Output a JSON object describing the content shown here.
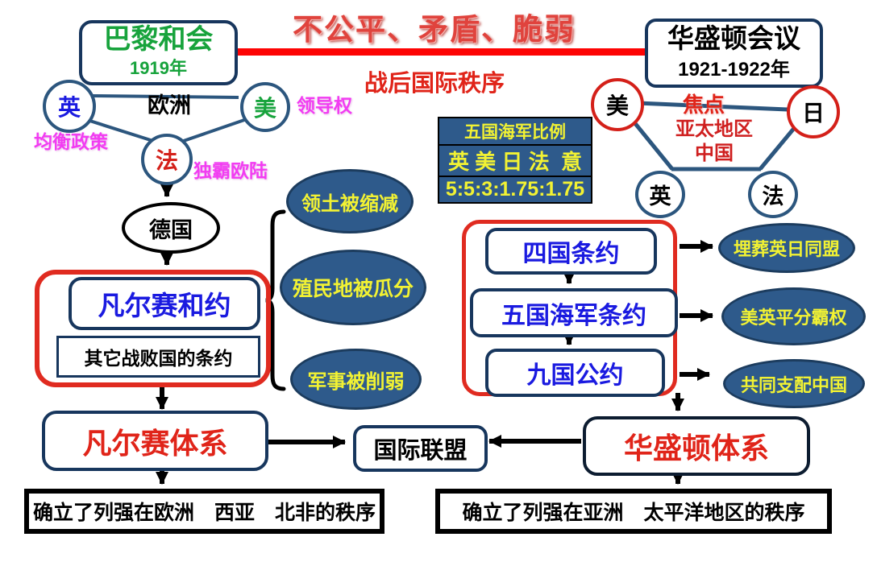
{
  "banner": {
    "slogan": "不公平、矛盾、脆弱",
    "subtitle": "战后国际秩序"
  },
  "paris_side": {
    "conference": "巴黎和会",
    "year": "1919年",
    "europe": "欧洲",
    "uk": "英",
    "us": "美",
    "fr": "法",
    "uk_note": "均衡政策",
    "us_note": "领导权",
    "fr_note": "独霸欧陆",
    "germany": "德国",
    "main_treaty": "凡尔赛和约",
    "other_treaty": "其它战败国的条约",
    "effects": [
      "领土被缩减",
      "殖民地被瓜分",
      "军事被削弱"
    ],
    "system": "凡尔赛体系",
    "outcome": "确立了列强在欧洲　西亚　北非的秩序"
  },
  "navy_ratio_table": {
    "title": "五国海军比例",
    "countries": "英 美 日 法  意",
    "ratio": "5:5:3:1.75:1.75"
  },
  "washington_side": {
    "conference": "华盛顿会议",
    "year": "1921-1922年",
    "focus_label": "焦点",
    "region_line1": "亚太地区",
    "region_line2": "中国",
    "us": "美",
    "jp": "日",
    "uk": "英",
    "fr": "法",
    "treaties": [
      "四国条约",
      "五国海军条约",
      "九国公约"
    ],
    "effects": [
      "埋葬英日同盟",
      "美英平分霸权",
      "共同支配中国"
    ],
    "system": "华盛顿体系",
    "outcome": "确立了列强在亚洲　太平洋地区的秩序"
  },
  "league": {
    "label": "国际联盟"
  },
  "colors": {
    "accent_red": "#e02419",
    "navy_fill": "#2e5a8b",
    "navy_line": "#2c567e",
    "green": "#17a33c",
    "blue": "#1a1ae0",
    "magenta": "#f23cf2",
    "yellow": "#f2f233"
  }
}
